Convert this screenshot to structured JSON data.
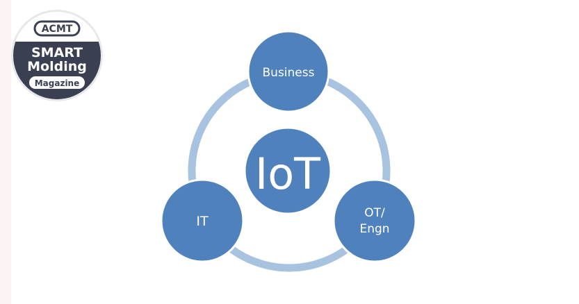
{
  "logo": {
    "top_label": "ACMT",
    "line1": "SMART",
    "line2": "Molding",
    "bottom_label": "Magazine",
    "colors": {
      "dark": "#3a3f52",
      "light": "#ffffff"
    }
  },
  "diagram": {
    "center": {
      "label": "IoT"
    },
    "nodes": [
      {
        "id": "business",
        "lines": [
          "Business"
        ]
      },
      {
        "id": "it",
        "lines": [
          "IT"
        ]
      },
      {
        "id": "ot",
        "lines": [
          "OT/",
          "Engn"
        ]
      }
    ],
    "colors": {
      "node_fill": "#4f81bd",
      "node_stroke": "#ffffff",
      "ring": "#a7c3df",
      "label": "#ffffff"
    }
  }
}
